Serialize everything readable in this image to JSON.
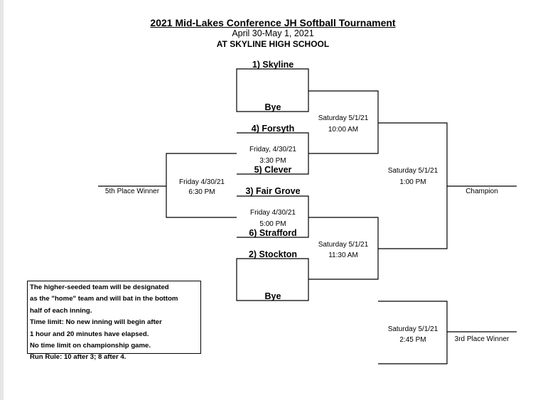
{
  "header": {
    "title": "2021 Mid-Lakes Conference JH Softball Tournament",
    "dates": "April 30-May 1, 2021",
    "location": "AT SKYLINE HIGH SCHOOL"
  },
  "teams": {
    "seed1": "1) Skyline",
    "bye_top": "Bye",
    "seed4": "4) Forsyth",
    "seed5": "5) Clever",
    "seed3": "3) Fair Grove",
    "seed6": "6) Strafford",
    "seed2": "2) Stockton",
    "bye_bottom": "Bye"
  },
  "games": {
    "game_4v5": {
      "day": "Friday, 4/30/21",
      "time": "3:30 PM"
    },
    "game_3v6": {
      "day": "Friday 4/30/21",
      "time": "5:00 PM"
    },
    "fifth_place_game": {
      "day": "Friday 4/30/21",
      "time": "6:30 PM"
    },
    "semifinal_top": {
      "day": "Saturday 5/1/21",
      "time": "10:00 AM"
    },
    "semifinal_bottom": {
      "day": "Saturday 5/1/21",
      "time": "11:30 AM"
    },
    "championship": {
      "day": "Saturday 5/1/21",
      "time": "1:00 PM"
    },
    "third_place_game": {
      "day": "Saturday 5/1/21",
      "time": "2:45 PM"
    }
  },
  "results": {
    "fifth_place": "5th Place Winner",
    "champion": "Champion",
    "third_place": "3rd Place Winner"
  },
  "rules": {
    "lines": [
      "The higher-seeded team will be designated",
      "as the \"home\" team and will bat in the bottom",
      "half of each inning.",
      "Time limit: No new inning will begin after",
      "1 hour and 20 minutes have elapsed.",
      "No time limit on championship game.",
      "Run Rule: 10 after 3; 8 after 4."
    ]
  }
}
